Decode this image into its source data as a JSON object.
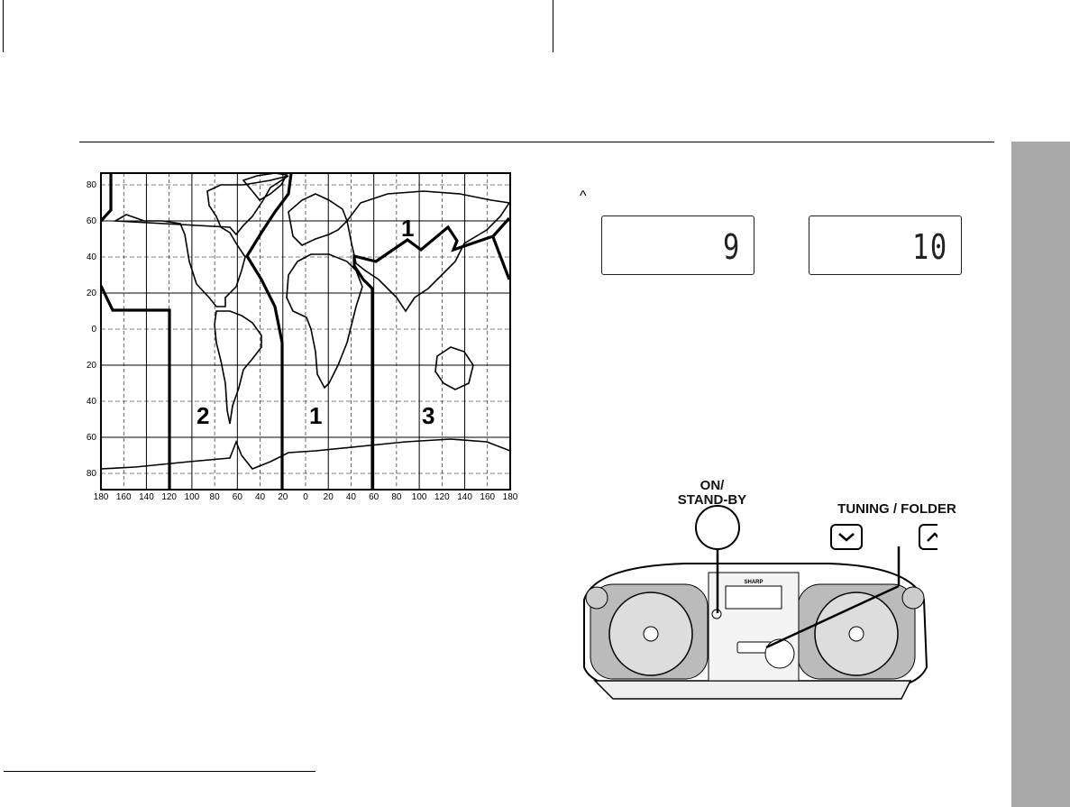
{
  "map": {
    "lat_ticks": [
      "80",
      "60",
      "40",
      "20",
      "0",
      "20",
      "40",
      "60",
      "80"
    ],
    "lon_ticks": [
      "180",
      "160",
      "140",
      "120",
      "100",
      "80",
      "60",
      "40",
      "20",
      "0",
      "20",
      "40",
      "60",
      "80",
      "100",
      "120",
      "140",
      "160",
      "180"
    ],
    "zones": [
      {
        "label": "1",
        "where": "north-asia"
      },
      {
        "label": "2",
        "where": "americas"
      },
      {
        "label": "1",
        "where": "europe-africa"
      },
      {
        "label": "3",
        "where": "asia-pacific"
      }
    ]
  },
  "step_symbol": "^",
  "displays": [
    {
      "value": "9"
    },
    {
      "value": "10"
    }
  ],
  "unit": {
    "on_standby_label": "ON/\nSTAND-BY",
    "tuning_folder_label": "TUNING / FOLDER",
    "brand": "SHARP"
  }
}
